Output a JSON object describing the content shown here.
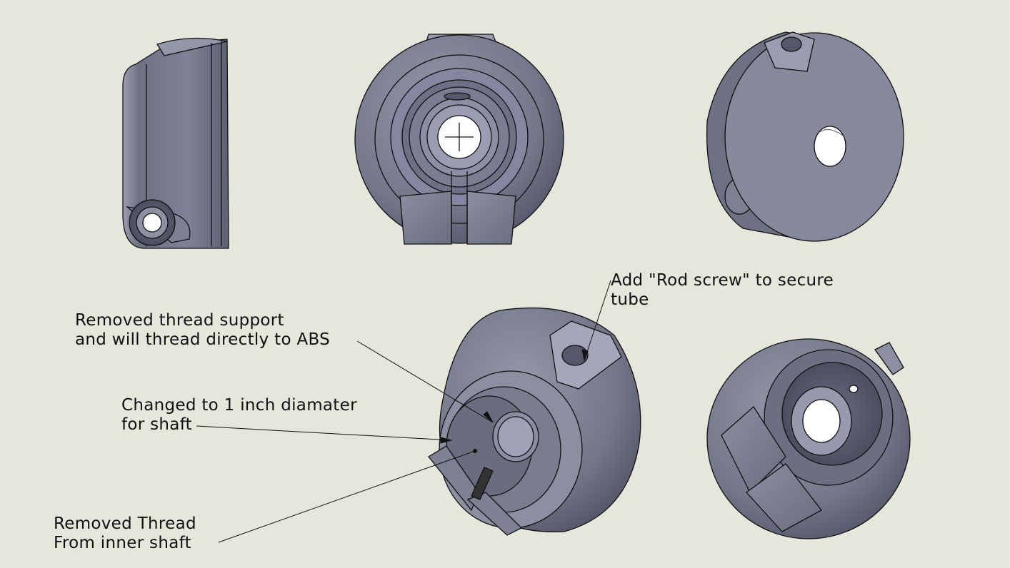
{
  "colors": {
    "background": "#e6e6dc",
    "part_body": "#7c7e92",
    "part_light": "#a6a8ba",
    "part_dark": "#55576a",
    "outline": "#111111"
  },
  "views": [
    {
      "name": "side-view"
    },
    {
      "name": "front-view"
    },
    {
      "name": "isometric-back-view"
    },
    {
      "name": "isometric-front-annotated-view"
    },
    {
      "name": "isometric-bottom-view"
    }
  ],
  "annotations": {
    "rod_screw": {
      "line1": "Add \"Rod screw\" to secure",
      "line2": "tube"
    },
    "thread_support": {
      "line1": "Removed thread support",
      "line2": "and will thread directly to ABS"
    },
    "diameter": {
      "line1": "Changed to 1 inch diamater",
      "line2": "for shaft"
    },
    "inner_thread": {
      "line1": "Removed Thread",
      "line2": "From inner shaft"
    }
  }
}
